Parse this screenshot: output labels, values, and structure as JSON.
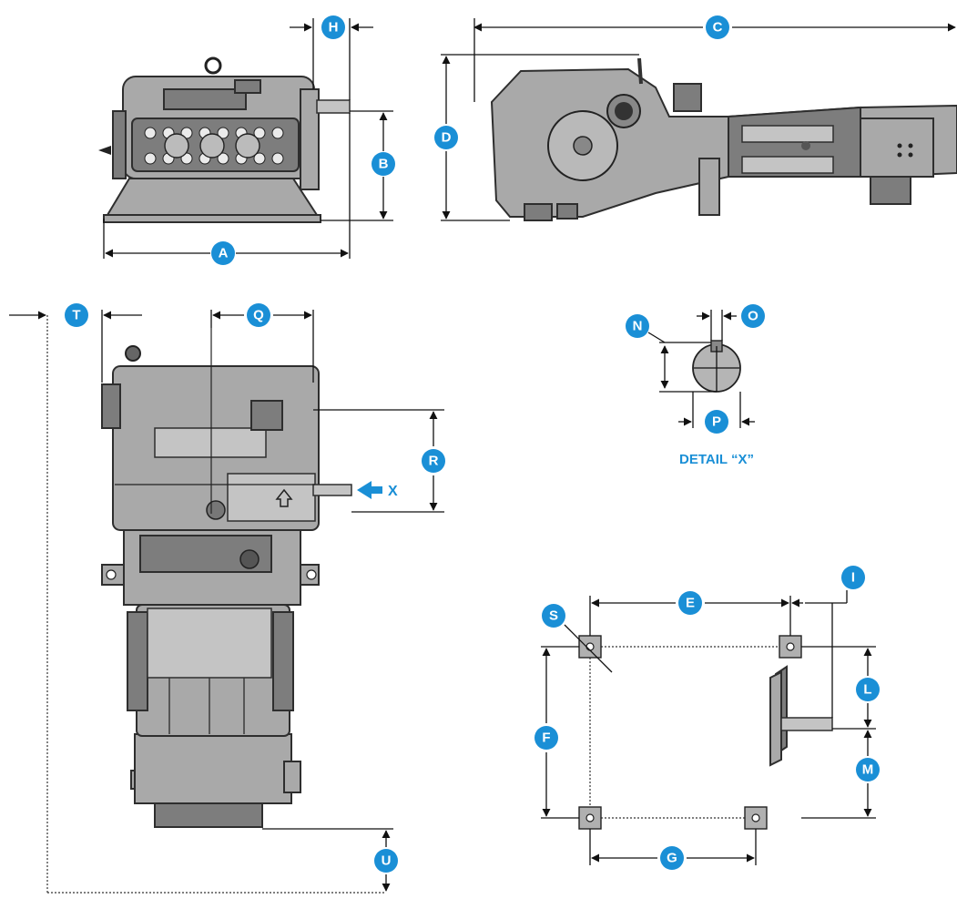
{
  "colors": {
    "badge": "#1a8fd6",
    "body": "#a9a9a9",
    "outline": "#2e2e2e"
  },
  "badges": {
    "A": "A",
    "B": "B",
    "C": "C",
    "D": "D",
    "E": "E",
    "F": "F",
    "G": "G",
    "H": "H",
    "I": "I",
    "L": "L",
    "M": "M",
    "N": "N",
    "O": "O",
    "P": "P",
    "Q": "Q",
    "R": "R",
    "S": "S",
    "T": "T",
    "U": "U"
  },
  "detail_label": "DETAIL “X”",
  "arrow_label": "X",
  "icons": [
    "arrowhead-icon",
    "up-arrow-icon",
    "bolt-hole-icon",
    "lifting-eye-icon"
  ]
}
